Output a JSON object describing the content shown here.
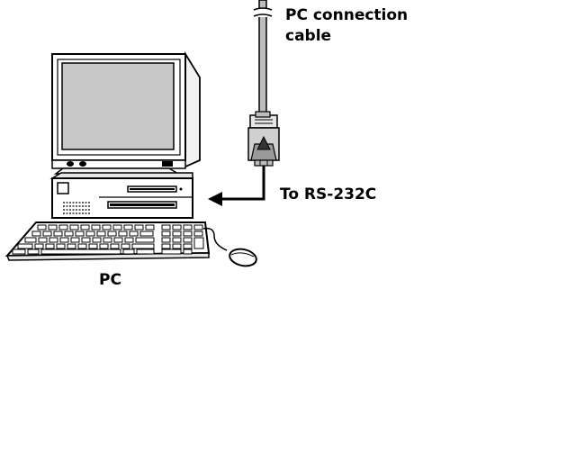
{
  "labels": {
    "cable_line1": "PC connection",
    "cable_line2": "cable",
    "port": "To RS-232C",
    "pc": "PC"
  },
  "colors": {
    "ink": "#000000",
    "screen": "#c8c8c8",
    "cable": "#bdbdbd",
    "paper": "#ffffff"
  }
}
